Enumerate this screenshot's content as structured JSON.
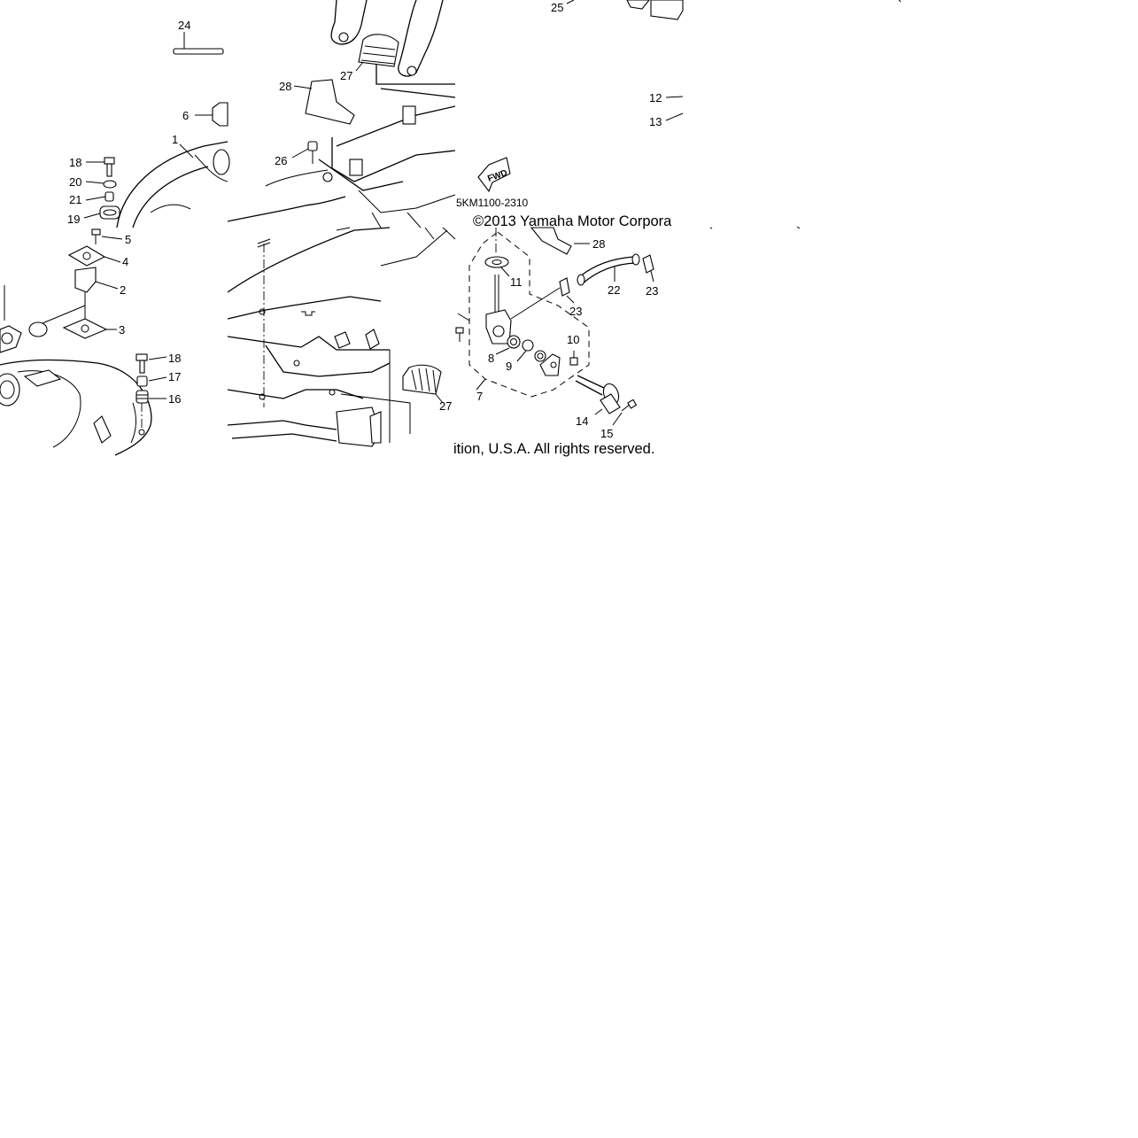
{
  "part_code": "5KM1100-2310",
  "copyright_top": "©2013 Yamaha Motor Corpora",
  "copyright_bottom": "ition, U.S.A. All rights reserved.",
  "fwd_label": "FWD",
  "callouts": {
    "c1": "1",
    "c2": "2",
    "c3": "3",
    "c4": "4",
    "c5": "5",
    "c6": "6",
    "c7": "7",
    "c8": "8",
    "c9": "9",
    "c10": "10",
    "c11": "11",
    "c12": "12",
    "c13": "13",
    "c14": "14",
    "c15": "15",
    "c16": "16",
    "c17": "17",
    "c18a": "18",
    "c18b": "18",
    "c19": "19",
    "c20": "20",
    "c21": "21",
    "c22": "22",
    "c23a": "23",
    "c23b": "23",
    "c24": "24",
    "c25": "25",
    "c26": "26",
    "c27a": "27",
    "c27b": "27",
    "c28a": "28",
    "c28b": "28"
  }
}
